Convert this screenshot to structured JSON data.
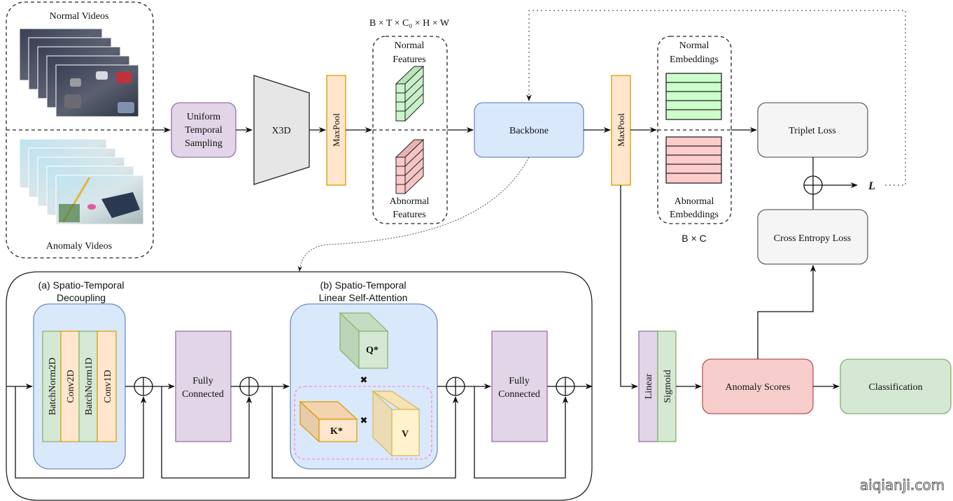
{
  "inputs": {
    "normal_label": "Normal Videos",
    "anomaly_label": "Anomaly Videos"
  },
  "blocks": {
    "uniform_sampling": [
      "Uniform",
      "Temporal",
      "Sampling"
    ],
    "x3d": "X3D",
    "maxpool1": "MaxPool",
    "maxpool2": "MaxPool",
    "backbone": "Backbone",
    "triplet_loss": "Triplet Loss",
    "cross_entropy_loss": "Cross Entropy Loss",
    "linear": "Linear",
    "sigmoid": "Sigmoid",
    "anomaly_scores": "Anomaly Scores",
    "classification": "Classification",
    "loss_symbol": "L"
  },
  "features": {
    "shape_label": "B × T × C₀ × H × W",
    "normal": [
      "Normal",
      "Features"
    ],
    "abnormal": [
      "Abnormal",
      "Features"
    ]
  },
  "embeddings": {
    "shape_label": "B × C",
    "normal": [
      "Normal",
      "Embeddings"
    ],
    "abnormal": [
      "Abnormal",
      "Embeddings"
    ]
  },
  "backbone_detail": {
    "section_a": [
      "(a) Spatio-Temporal",
      "Decoupling"
    ],
    "layers_a": [
      "BatchNorm2D",
      "Conv2D",
      "BatchNorm1D",
      "Conv1D"
    ],
    "fc1": [
      "Fully",
      "Connected"
    ],
    "section_b": [
      "(b) Spatio-Temporal",
      "Linear Self-Attention"
    ],
    "q": "Q*",
    "k": "K*",
    "v": "V",
    "mult": "✖",
    "fc2": [
      "Fully",
      "Connected"
    ]
  },
  "colors": {
    "purple_fill": "#e1d5e7",
    "purple_stroke": "#9673a6",
    "orange_fill": "#ffe6cc",
    "orange_stroke": "#d79b00",
    "blue_fill": "#dae8fc",
    "blue_stroke": "#6c8ebf",
    "green_fill": "#d5e8d4",
    "green_stroke": "#82b366",
    "red_fill": "#f8cecc",
    "red_stroke": "#b85450",
    "gray_fill": "#f5f5f5",
    "gray_stroke": "#666666",
    "x3d_fill": "#e6e6e6"
  },
  "watermark": "aiqianji.com"
}
